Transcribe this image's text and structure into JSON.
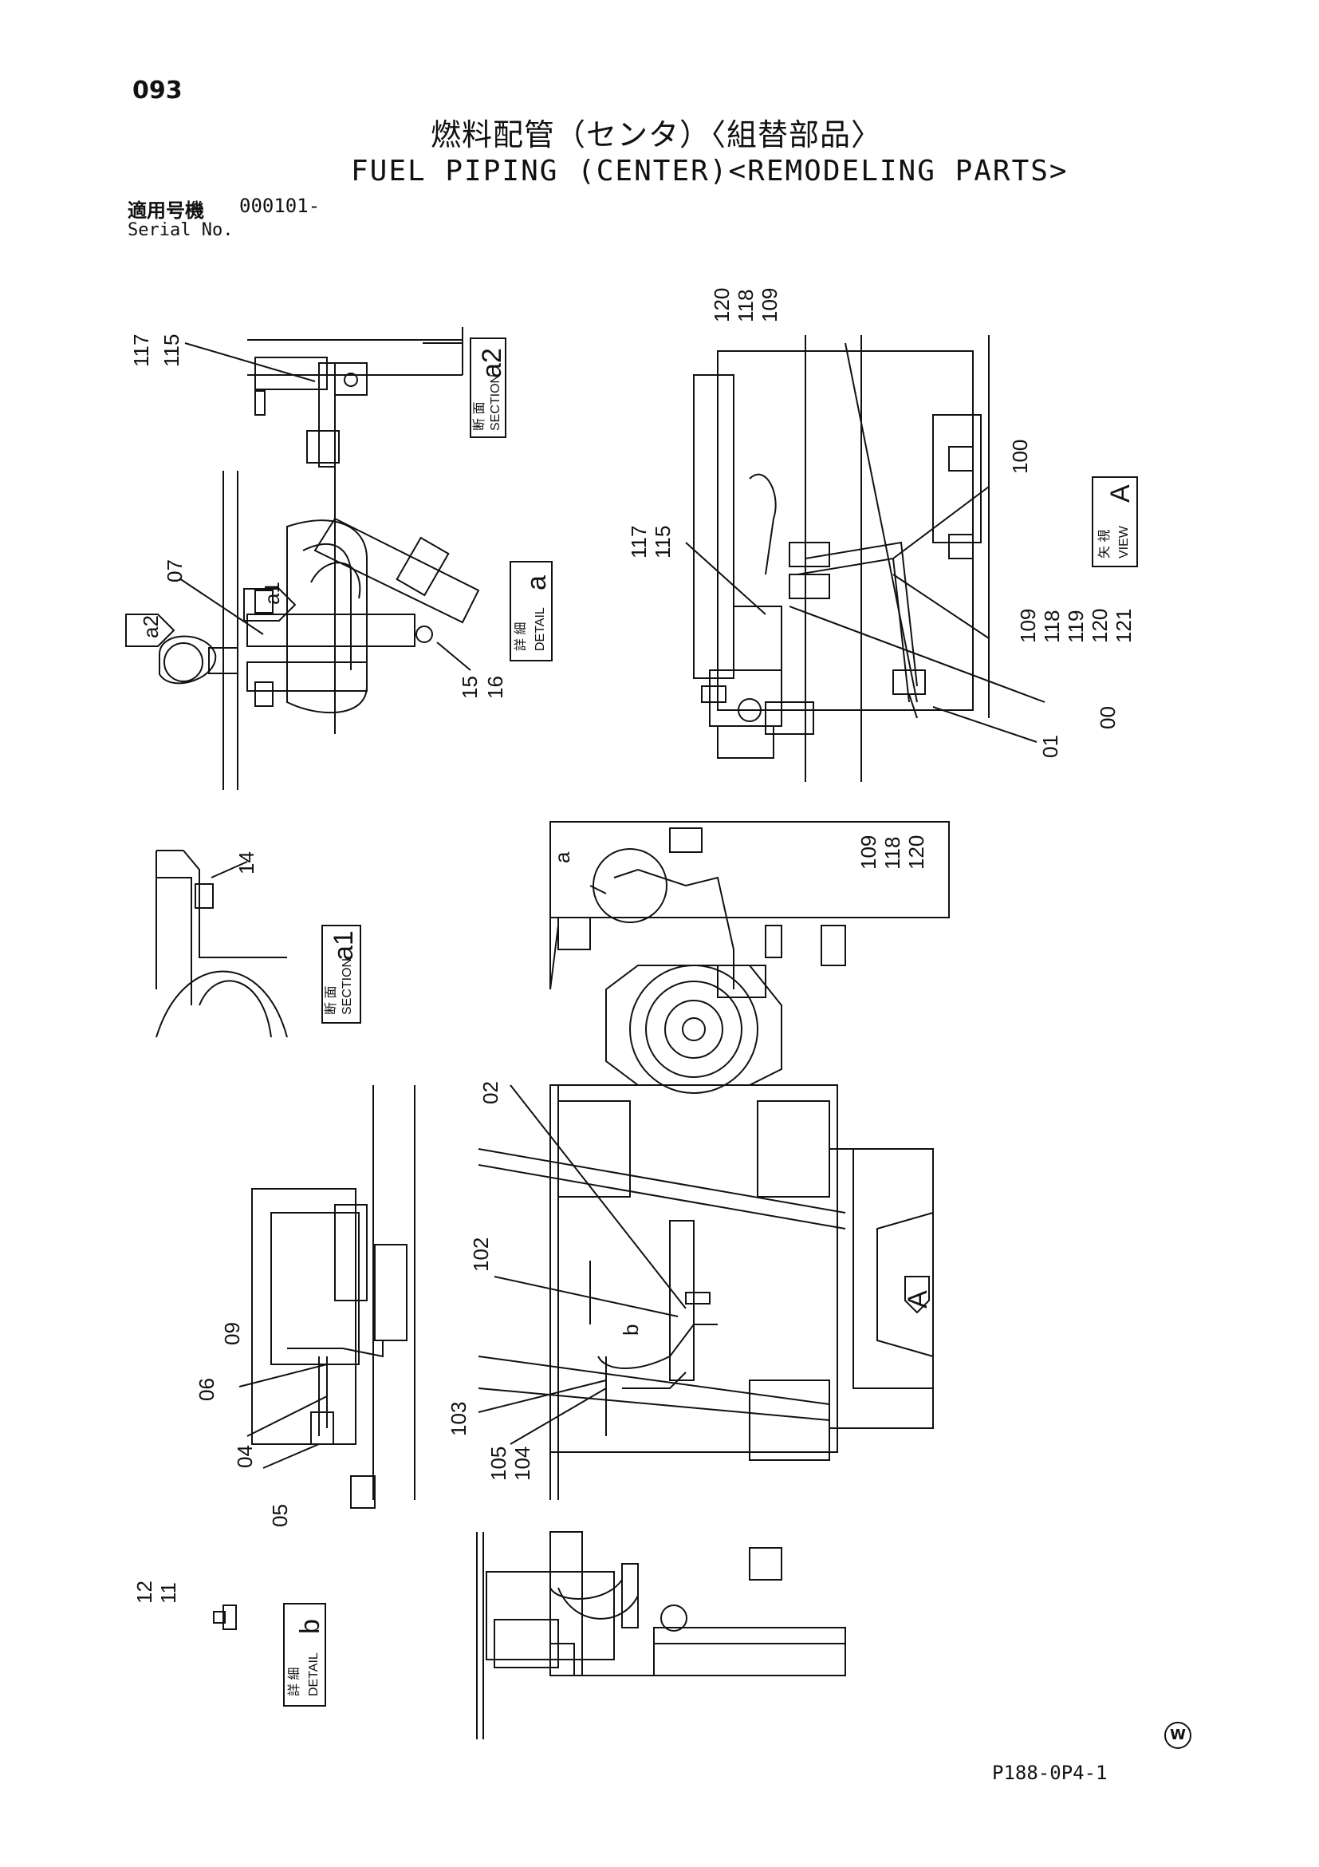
{
  "page_number": "093",
  "title": {
    "jp": "燃料配管（センタ）〈組替部品〉",
    "en": "FUEL PIPING (CENTER)<REMODELING PARTS>"
  },
  "serial": {
    "label_jp": "適用号機",
    "value": "000101-",
    "label_en": "Serial No."
  },
  "doc_code": "P188-0P4-1",
  "corner_mark": "W",
  "views": {
    "section_a2": {
      "jp": "断 面",
      "en": "SECTION",
      "id": "a2"
    },
    "detail_a": {
      "jp": "詳 細",
      "en": "DETAIL",
      "id": "a"
    },
    "section_a1": {
      "jp": "断 面",
      "en": "SECTION",
      "id": "a1"
    },
    "detail_b": {
      "jp": "詳 細",
      "en": "DETAIL",
      "id": "b"
    },
    "view_A": {
      "jp": "矢 視",
      "en": "VIEW",
      "id": "A"
    }
  },
  "callouts": {
    "c117_115_top": [
      "117",
      "115"
    ],
    "c07": "07",
    "c15_16": [
      "15",
      "16"
    ],
    "c14": "14",
    "c120_118_109_top": [
      "120",
      "118",
      "109"
    ],
    "c117_115_mid": [
      "117",
      "115"
    ],
    "c100": "100",
    "c109_121": [
      "109",
      "118",
      "119",
      "120",
      "121"
    ],
    "c00": "00",
    "c01": "01",
    "c109_118_120": [
      "109",
      "118",
      "120"
    ],
    "c_a": "a",
    "c02": "02",
    "c102": "102",
    "c_b": "b",
    "c09": "09",
    "c06": "06",
    "c04": "04",
    "c05": "05",
    "c103": "103",
    "c105_104": [
      "105",
      "104"
    ],
    "c12_11": [
      "12",
      "11"
    ],
    "arrow_a1": "a1",
    "arrow_a2": "a2",
    "arrow_A": "A"
  }
}
